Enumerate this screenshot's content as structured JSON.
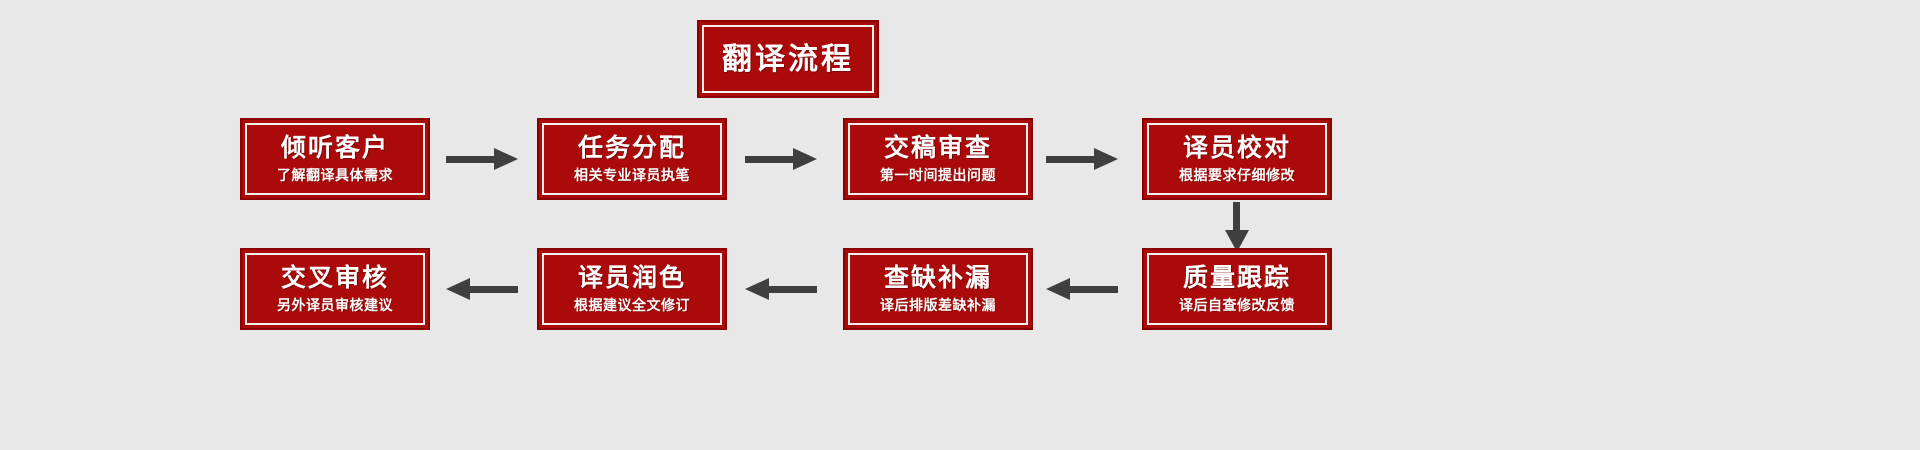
{
  "diagram": {
    "type": "flowchart",
    "title": "翻译流程",
    "background_color": "#e8e8e8",
    "node_fill_color": "#ab0a0a",
    "node_border_color": "#8b0000",
    "node_inner_border_color": "#f4f0ee",
    "node_text_color": "#ffffff",
    "arrow_color": "#3f3f3f"
  },
  "title_node": {
    "label": "翻译流程"
  },
  "nodes": [
    {
      "id": 1,
      "title": "倾听客户",
      "subtitle": "了解翻译具体需求"
    },
    {
      "id": 2,
      "title": "任务分配",
      "subtitle": "相关专业译员执笔"
    },
    {
      "id": 3,
      "title": "交稿审查",
      "subtitle": "第一时间提出问题"
    },
    {
      "id": 4,
      "title": "译员校对",
      "subtitle": "根据要求仔细修改"
    },
    {
      "id": 5,
      "title": "质量跟踪",
      "subtitle": "译后自查修改反馈"
    },
    {
      "id": 6,
      "title": "查缺补漏",
      "subtitle": "译后排版差缺补漏"
    },
    {
      "id": 7,
      "title": "译员润色",
      "subtitle": "根据建议全文修订"
    },
    {
      "id": 8,
      "title": "交叉审核",
      "subtitle": "另外译员审核建议"
    }
  ],
  "arrows": [
    {
      "id": "1-2",
      "direction": "right",
      "from": "倾听客户",
      "to": "任务分配"
    },
    {
      "id": "2-3",
      "direction": "right",
      "from": "任务分配",
      "to": "交稿审查"
    },
    {
      "id": "3-4",
      "direction": "right",
      "from": "交稿审查",
      "to": "译员校对"
    },
    {
      "id": "4-5",
      "direction": "down",
      "from": "译员校对",
      "to": "质量跟踪"
    },
    {
      "id": "5-6",
      "direction": "left",
      "from": "质量跟踪",
      "to": "查缺补漏"
    },
    {
      "id": "6-7",
      "direction": "left",
      "from": "查缺补漏",
      "to": "译员润色"
    },
    {
      "id": "7-8",
      "direction": "left",
      "from": "译员润色",
      "to": "交叉审核"
    }
  ]
}
